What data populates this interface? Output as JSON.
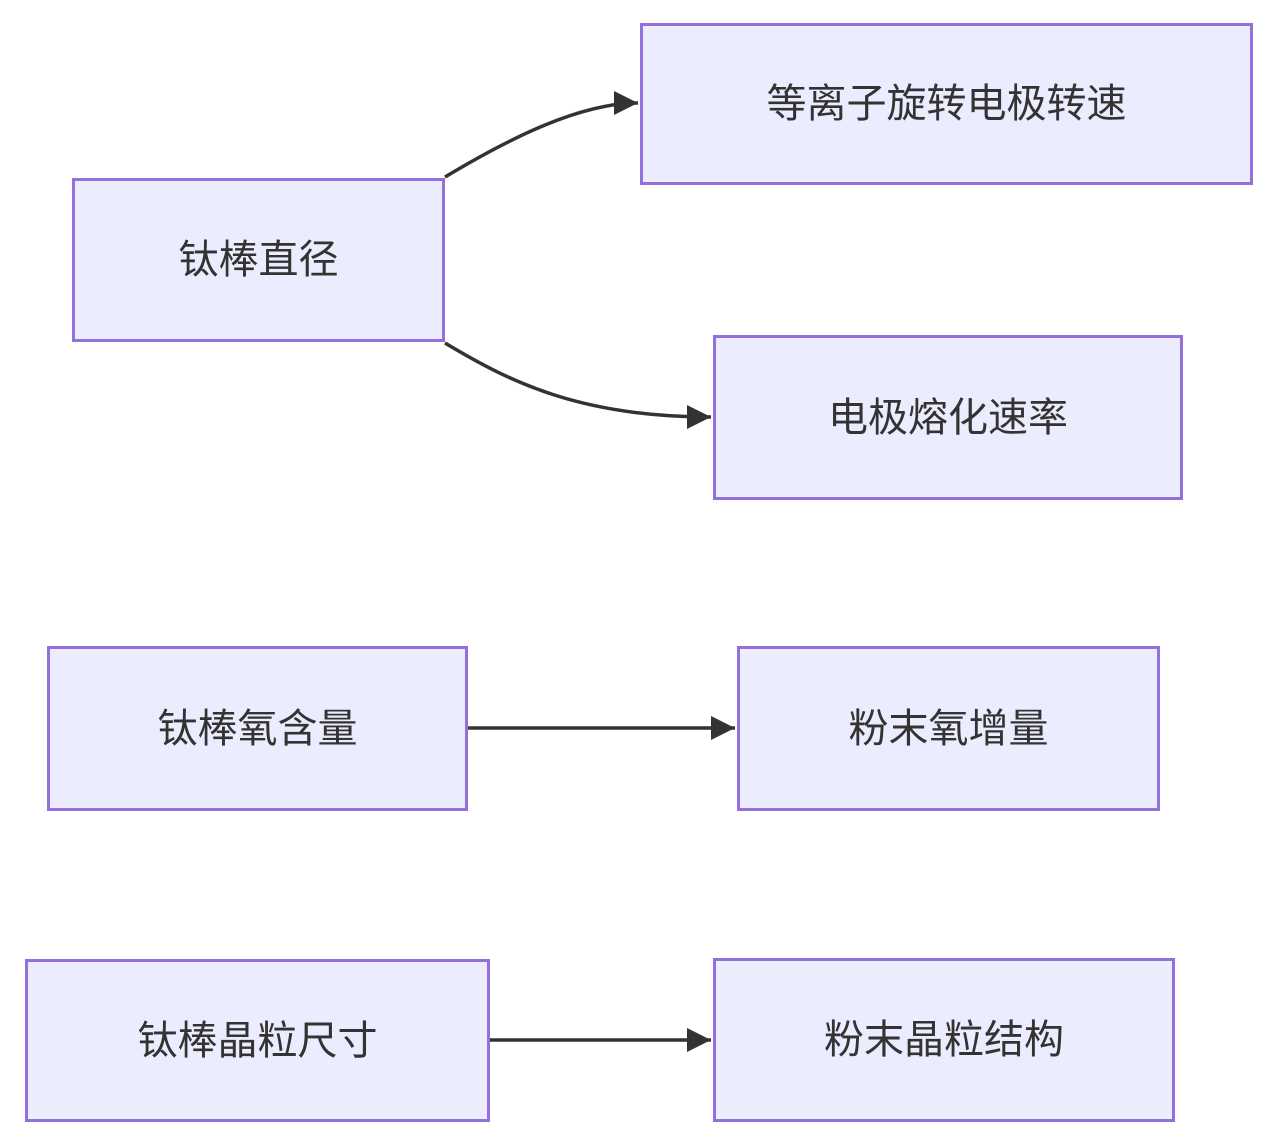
{
  "diagram": {
    "type": "flowchart",
    "direction": "left-to-right",
    "nodes": [
      {
        "id": "rod-diameter",
        "label": "钛棒直径"
      },
      {
        "id": "electrode-speed",
        "label": "等离子旋转电极转速"
      },
      {
        "id": "melting-rate",
        "label": "电极熔化速率"
      },
      {
        "id": "oxygen-content",
        "label": "钛棒氧含量"
      },
      {
        "id": "oxygen-increase",
        "label": "粉末氧增量"
      },
      {
        "id": "grain-size",
        "label": "钛棒晶粒尺寸"
      },
      {
        "id": "grain-structure",
        "label": "粉末晶粒结构"
      }
    ],
    "edges": [
      {
        "from": "钛棒直径",
        "to": "等离子旋转电极转速",
        "style": "curved"
      },
      {
        "from": "钛棒直径",
        "to": "电极熔化速率",
        "style": "curved"
      },
      {
        "from": "钛棒氧含量",
        "to": "粉末氧增量",
        "style": "straight"
      },
      {
        "from": "钛棒晶粒尺寸",
        "to": "粉末晶粒结构",
        "style": "straight"
      }
    ],
    "colors": {
      "background": "#FFFFFF",
      "node_fill": "#ECECFF",
      "node_border": "#9370DB",
      "text": "#333333",
      "arrow": "#333333"
    }
  }
}
